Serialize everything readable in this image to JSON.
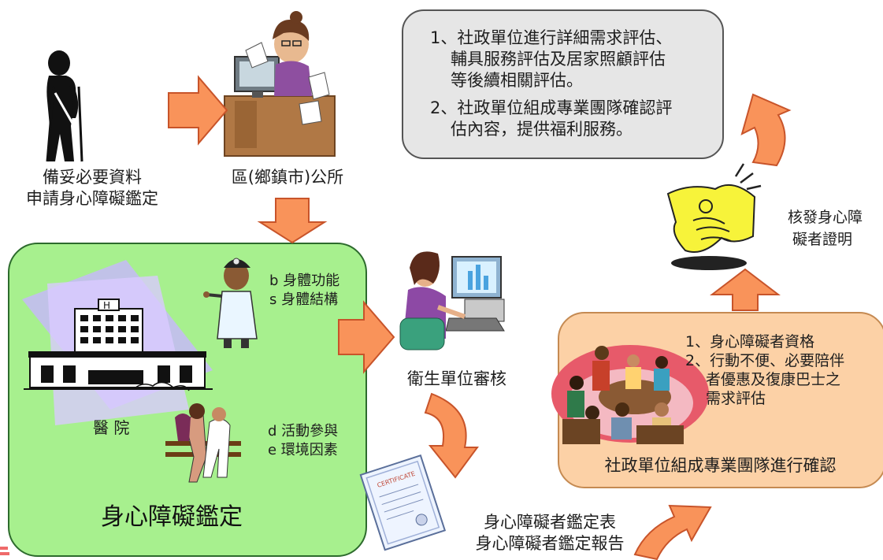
{
  "step_apply": {
    "line1": "備妥必要資料",
    "line2": "申請身心障礙鑑定"
  },
  "office": {
    "label": "區(鄉鎮市)公所"
  },
  "hospital": {
    "title": "身心障礙鑑定",
    "building_label": "醫 院",
    "b_line": "b 身體功能",
    "s_line": "s 身體結構",
    "d_line": "d 活動參與",
    "e_line": "e 環境因素"
  },
  "health_unit": {
    "label": "衛生單位審核"
  },
  "report": {
    "line1": "身心障礙者鑑定表",
    "line2": "身心障礙者鑑定報告"
  },
  "social_team": {
    "title": "社政單位組成專業團隊進行確認",
    "item1": "1、身心障礙者資格",
    "item2_l1": "2、行動不便、必要陪伴",
    "item2_l2": "者優惠及復康巴士之",
    "item2_l3": "需求評估"
  },
  "certificate": {
    "line1": "核發身心障",
    "line2": "礙者證明"
  },
  "welfare": {
    "item1_l1": "1、社政單位進行詳細需求評估、",
    "item1_l2": "輔具服務評估及居家照顧評估",
    "item1_l3": "等後續相關評估。",
    "item2_l1": "2、社政單位組成專業團隊確認評",
    "item2_l2": "估內容，提供福利服務。"
  },
  "colors": {
    "arrow_fill": "#f9935a",
    "arrow_stroke": "#c8542a",
    "green": "#a7f08e",
    "peach": "#fcd1a6",
    "gray": "#e6e6e6"
  }
}
